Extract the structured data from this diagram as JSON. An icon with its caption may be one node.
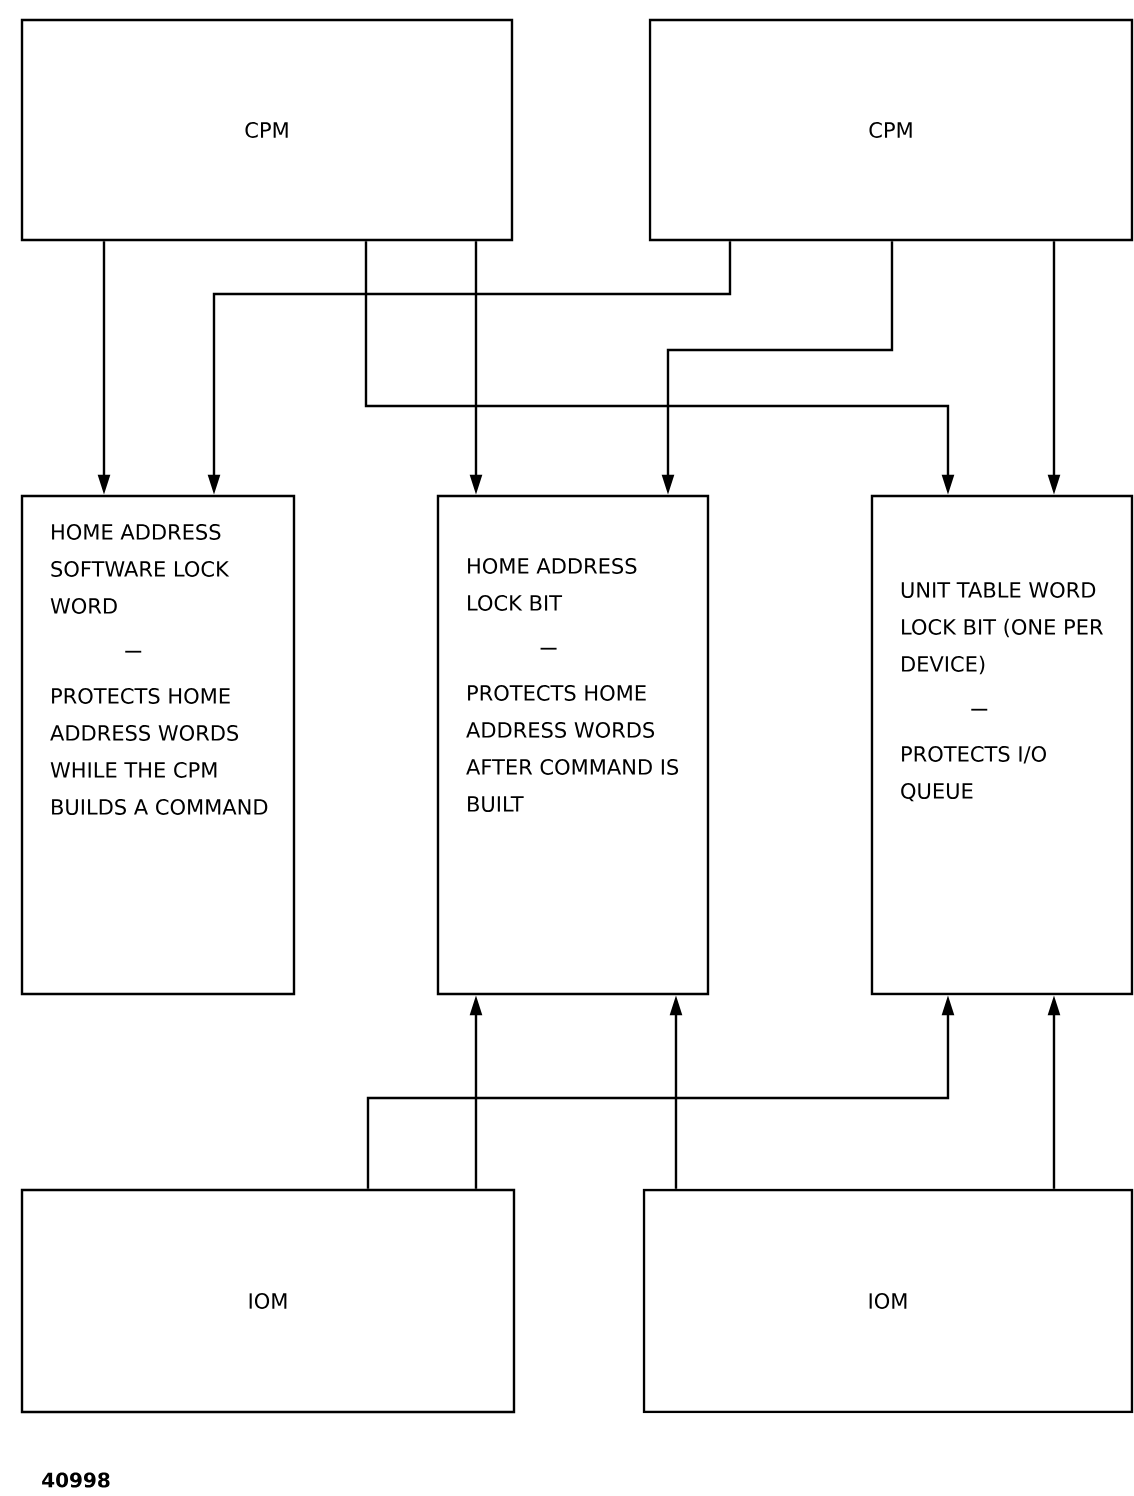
{
  "diagram": {
    "nodes": [
      {
        "text": [
          "CPM"
        ]
      },
      {
        "text": [
          "CPM"
        ]
      },
      {
        "text": [
          "HOME ADDRESS SOFTWARE LOCK WORD",
          "PROTECTS HOME ADDRESS WORDS WHILE THE CPM BUILDS A COMMAND"
        ]
      },
      {
        "text": [
          "HOME ADDRESS LOCK BIT",
          "PROTECTS HOME ADDRESS WORDS AFTER COMMAND IS BUILT"
        ]
      },
      {
        "text": [
          "UNIT TABLE WORD LOCK BIT (ONE PER DEVICE)",
          "PROTECTS I/O QUEUE"
        ]
      },
      {
        "text": [
          "IOM"
        ]
      },
      {
        "text": [
          "IOM"
        ]
      }
    ],
    "edges": [
      {
        "from": 0,
        "to": 2,
        "arrow": "to"
      },
      {
        "from": 1,
        "to": 2,
        "arrow": "to"
      },
      {
        "from": 0,
        "to": 3,
        "arrow": "to"
      },
      {
        "from": 1,
        "to": 3,
        "arrow": "to"
      },
      {
        "from": 0,
        "to": 4,
        "arrow": "to"
      },
      {
        "from": 1,
        "to": 4,
        "arrow": "to"
      },
      {
        "from": 5,
        "to": 3,
        "arrow": "to"
      },
      {
        "from": 6,
        "to": 3,
        "arrow": "to"
      },
      {
        "from": 5,
        "to": 4,
        "arrow": "to"
      },
      {
        "from": 6,
        "to": 4,
        "arrow": "to"
      }
    ],
    "labels": [
      "40998"
    ]
  }
}
